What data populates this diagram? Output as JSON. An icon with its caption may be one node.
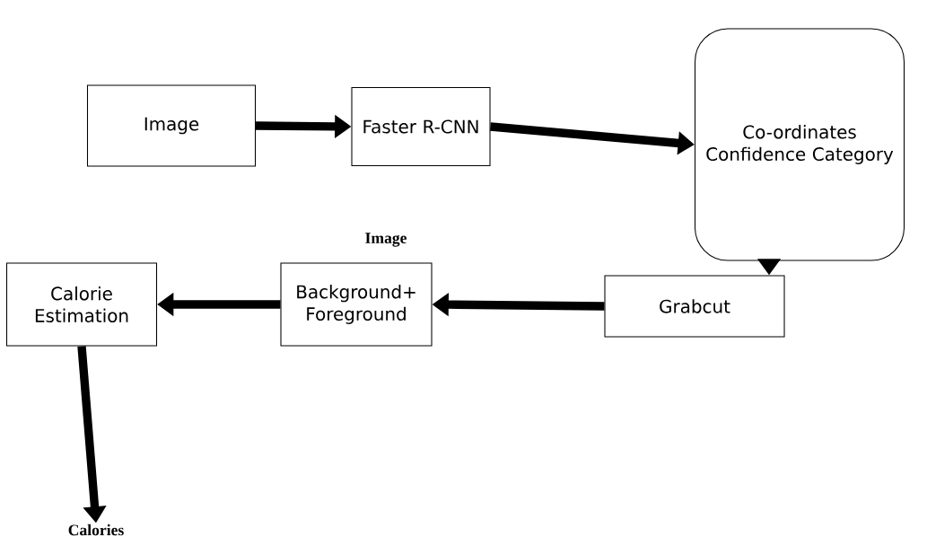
{
  "diagram": {
    "nodes": [
      {
        "text": [
          "Image"
        ]
      },
      {
        "text": [
          "Faster R-CNN"
        ]
      },
      {
        "text": [
          "Co-ordinates Confidence Category"
        ]
      },
      {
        "text": [
          "Grabcut"
        ]
      },
      {
        "text": [
          "Background+ Foreground"
        ],
        "beside": [
          "Image"
        ]
      },
      {
        "text": [
          "Calorie Estimation"
        ]
      },
      {
        "text": [
          "Calories"
        ]
      }
    ],
    "edges": [
      {
        "from": 0,
        "to": 1,
        "arrow": "to"
      },
      {
        "from": 1,
        "to": 2,
        "arrow": "to"
      },
      {
        "from": 2,
        "to": 3,
        "arrow": "to"
      },
      {
        "from": 3,
        "to": 4,
        "arrow": "to"
      },
      {
        "from": 4,
        "to": 5,
        "arrow": "to"
      },
      {
        "from": 5,
        "to": 6,
        "arrow": "to"
      }
    ]
  }
}
